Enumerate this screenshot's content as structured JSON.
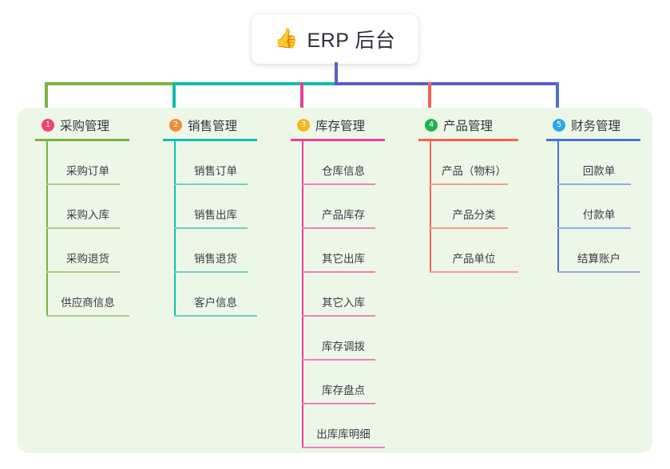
{
  "root": {
    "icon": "thumbs-up-icon",
    "emoji": "👍",
    "title": "ERP 后台"
  },
  "theme": {
    "page_bg": "#ffffff",
    "panel_bg": "#edf7e8",
    "card_bg": "#ffffff",
    "stem_color": "#5b5fc7",
    "text_color": "#33363d"
  },
  "connector": {
    "segments": [
      {
        "color": "#7cb342",
        "label": "segment-purchase"
      },
      {
        "color": "#0fbfae",
        "label": "segment-sales"
      },
      {
        "color": "#5b5fc7",
        "label": "segment-right"
      }
    ]
  },
  "columns": [
    {
      "index": "1",
      "title": "采购管理",
      "badge_color": "#f0426a",
      "line_color": "#7cb342",
      "item_rule_color": "#a9d08a",
      "items": [
        "采购订单",
        "采购入库",
        "采购退货",
        "供应商信息"
      ]
    },
    {
      "index": "2",
      "title": "销售管理",
      "badge_color": "#f08b35",
      "line_color": "#0fbfae",
      "item_rule_color": "#6fcfc6",
      "items": [
        "销售订单",
        "销售出库",
        "销售退货",
        "客户信息"
      ]
    },
    {
      "index": "3",
      "title": "库存管理",
      "badge_color": "#f4b81c",
      "line_color": "#e8409a",
      "item_rule_color": "#ef7fb8",
      "items": [
        "仓库信息",
        "产品库存",
        "其它出库",
        "其它入库",
        "库存调拨",
        "库存盘点",
        "出库库明细"
      ]
    },
    {
      "index": "4",
      "title": "产品管理",
      "badge_color": "#23b24b",
      "line_color": "#f8604f",
      "item_rule_color": "#f79b90",
      "items": [
        "产品（物料）",
        "产品分类",
        "产品单位"
      ]
    },
    {
      "index": "5",
      "title": "财务管理",
      "badge_color": "#2aa7e8",
      "line_color": "#4a6fd8",
      "item_rule_color": "#93abe2",
      "items": [
        "回款单",
        "付款单",
        "结算账户"
      ]
    }
  ]
}
